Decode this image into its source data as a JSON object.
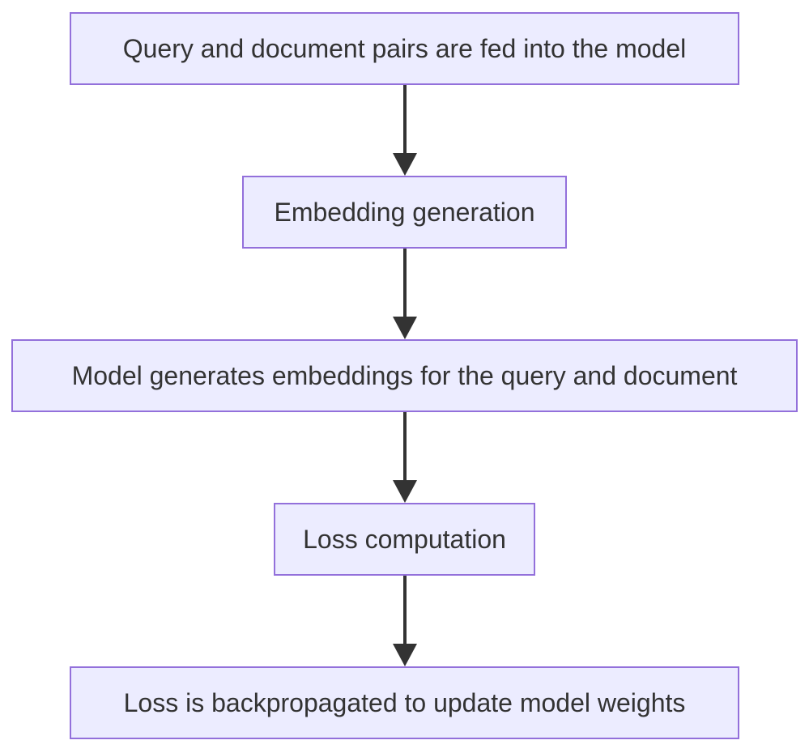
{
  "diagram": {
    "type": "flowchart",
    "direction": "top-down",
    "nodes": [
      {
        "id": "A",
        "label": "Query and document pairs are fed into the model"
      },
      {
        "id": "B",
        "label": "Embedding generation"
      },
      {
        "id": "C",
        "label": "Model generates embeddings for the query and document"
      },
      {
        "id": "D",
        "label": "Loss computation"
      },
      {
        "id": "E",
        "label": "Loss is backpropagated to update model weights"
      }
    ],
    "edges": [
      {
        "from": "A",
        "to": "B"
      },
      {
        "from": "B",
        "to": "C"
      },
      {
        "from": "C",
        "to": "D"
      },
      {
        "from": "D",
        "to": "E"
      }
    ]
  },
  "colors": {
    "node_fill": "#ECECFF",
    "node_border": "#9370DB",
    "arrow": "#333333",
    "text": "#333333",
    "background": "#FFFFFF"
  }
}
